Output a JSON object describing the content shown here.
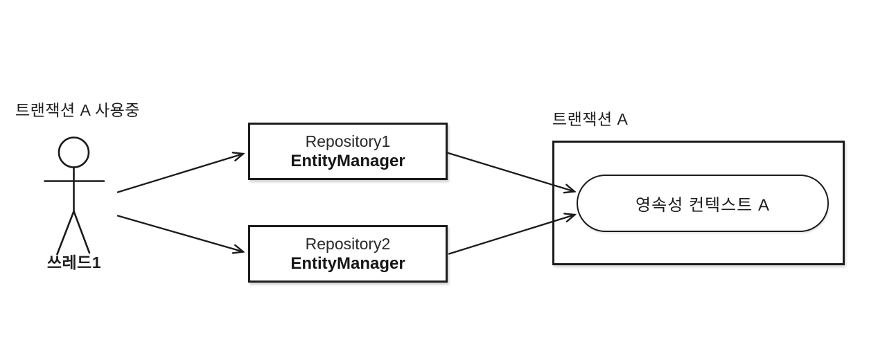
{
  "diagram": {
    "type": "uml-collaboration-diagram",
    "background_color": "#ffffff",
    "stroke_color": "#1b1b1b",
    "actor": {
      "caption": "트랜잭션 A 사용중",
      "name": "쓰레드1"
    },
    "repositories": [
      {
        "title": "Repository1",
        "subtitle": "EntityManager"
      },
      {
        "title": "Repository2",
        "subtitle": "EntityManager"
      }
    ],
    "transaction": {
      "label": "트랜잭션 A",
      "context_label": "영속성 컨텍스트 A"
    },
    "connections": [
      {
        "from": "쓰레드1",
        "to": "Repository1 EntityManager"
      },
      {
        "from": "쓰레드1",
        "to": "Repository2 EntityManager"
      },
      {
        "from": "Repository1 EntityManager",
        "to": "영속성 컨텍스트 A"
      },
      {
        "from": "Repository2 EntityManager",
        "to": "영속성 컨텍스트 A"
      }
    ]
  }
}
